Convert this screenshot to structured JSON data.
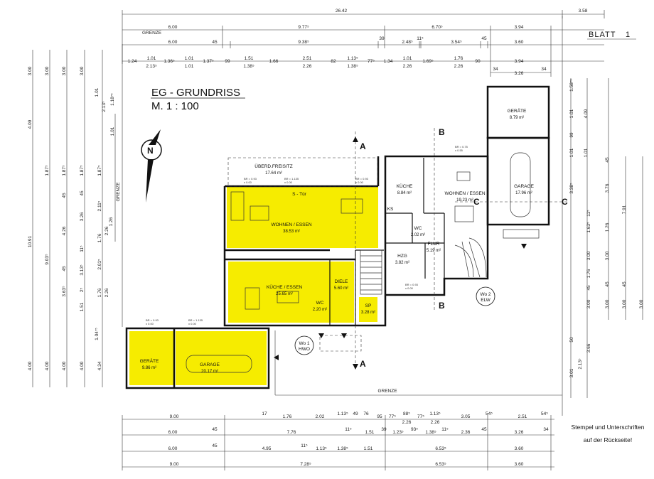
{
  "sheet": {
    "blatt_label": "BLATT",
    "blatt_number": "1",
    "title_line1": "EG - GRUNDRISS",
    "title_line2": "M. 1 : 100",
    "north_label": "N",
    "footer_note_line1": "Stempel und Unterschriften",
    "footer_note_line2": "auf der Rückseite!"
  },
  "boundary_labels": {
    "top": "GRENZE",
    "left": "GRENZE",
    "bottom": "GRENZE"
  },
  "section_marks": {
    "A": "A",
    "B": "B",
    "C": "C"
  },
  "units": {
    "wo1_line1": "Wo 1",
    "wo1_line2": "HWO",
    "wo2_line1": "Wo 2",
    "wo2_line2": "ELW"
  },
  "rooms": [
    {
      "name": "ÜBERD.FREISITZ",
      "area": "17.64 m²"
    },
    {
      "name": "WOHNEN / ESSEN",
      "area": "38.53 m²"
    },
    {
      "name": "KÜCHE / ESSEN",
      "area": "25.65 m²"
    },
    {
      "name": "DIELE",
      "area": "5.60 m²"
    },
    {
      "name": "GERÄTE",
      "area": "9.86 m²"
    },
    {
      "name": "GARAGE",
      "area": "20.17 m²"
    },
    {
      "name": "KÜCHE",
      "area": "8.84 m²"
    },
    {
      "name": "WOHNEN / ESSEN",
      "area": "19.23 m²"
    },
    {
      "name": "WC",
      "area": "2.02 m²"
    },
    {
      "name": "HZG",
      "area": "3.82 m²"
    },
    {
      "name": "FLUR",
      "area": "5.19 m²"
    },
    {
      "name": "GERÄTE",
      "area": "8.79 m²"
    },
    {
      "name": "GARAGE",
      "area": "17.96 m²"
    },
    {
      "name": "WC",
      "area": "2.20 m²"
    },
    {
      "name": "SP",
      "area": "3.28 m²"
    }
  ],
  "room_misc": {
    "s_tur": "S - Tür",
    "ks": "KS"
  },
  "dims_top": {
    "row1": [
      "26.42",
      "3.58"
    ],
    "row2": [
      "6.00",
      "9.77⁵",
      "6.70⁵",
      "3.94"
    ],
    "row3": [
      "6.00",
      "45",
      "9.38⁵",
      "39",
      "2.48⁵",
      "11⁵",
      "3.54⁵",
      "45",
      "3.60"
    ],
    "row4": [
      "1.24",
      "1.01",
      "1.36⁵",
      "1.01",
      "1.37⁵",
      "99",
      "1.51",
      "1.66",
      "2.51",
      "82",
      "1.13⁵",
      "77⁵",
      "1.34",
      "1.01",
      "1.69⁵",
      "1.76",
      "90",
      "3.94"
    ],
    "row4b": [
      "2.13⁵",
      "1.01",
      "1.38⁵",
      "2.26",
      "1.38⁵",
      "2.26",
      "2.26"
    ],
    "row5": [
      "34",
      "3.26",
      "34"
    ]
  },
  "dims_bottom": {
    "row1": [
      "9.00",
      "17",
      "1.76",
      "2.02",
      "1.13⁵",
      "49",
      "76",
      "95",
      "77⁵",
      "88⁵",
      "2.26",
      "77⁵",
      "1.13⁵",
      "2.26",
      "3.05",
      "54⁵",
      "2.51",
      "54⁵"
    ],
    "row2": [
      "6.00",
      "45",
      "7.76",
      "11⁵",
      "1.51",
      "39",
      "1.23⁵",
      "93⁵",
      "1.38⁵",
      "11⁵",
      "2.36",
      "45",
      "3.26",
      "34"
    ],
    "row3": [
      "6.00",
      "45",
      "4.95",
      "11⁵",
      "1.13⁵",
      "1.38⁵",
      "1.51",
      "6.53⁵",
      "3.60"
    ],
    "row4": [
      "9.00",
      "7.28⁵",
      "6.53⁵",
      "3.60"
    ]
  },
  "dims_left": {
    "col1": [
      "3.00",
      "4.09",
      "10.91",
      "4.00"
    ],
    "col2": [
      "3.00",
      "1.87⁵",
      "9.03⁵",
      "4.00"
    ],
    "col3": [
      "3.00",
      "1.87⁵",
      "45",
      "4.26",
      "45",
      "3.63⁵",
      "4.00"
    ],
    "col4": [
      "3.00",
      "1.87⁵",
      "45",
      "3.26",
      "11⁵",
      "3.13⁵",
      "2⁵",
      "1.51",
      "4.00"
    ],
    "col5": [
      "1.01",
      "2.13⁵",
      "1.87⁵",
      "2.11⁵",
      "1.76",
      "2.01⁵",
      "1.76",
      "1.04⁷⁵",
      "4.34"
    ],
    "col6": [
      "1.18⁷⁵",
      "1.01",
      "2.26",
      "2.26",
      "1.26"
    ]
  },
  "dims_right": {
    "col1": [
      "4.09",
      "3.00",
      "3.00",
      "3.66",
      "3.01"
    ],
    "col2": [
      "1.01",
      "99",
      "1.01",
      "1.63⁵",
      "11⁵",
      "1.76",
      "45",
      "2.13⁵"
    ],
    "col3": [
      "1.58⁷⁵",
      "1.01",
      "3.38⁵",
      "1.26",
      "45",
      "50"
    ],
    "col4": [
      "3.00",
      "45",
      "3.00",
      "45",
      "3.00"
    ],
    "col5": [
      "3.76",
      "7.91",
      "3.00"
    ]
  },
  "windows": [
    "BR = 0.93\nx 0.00",
    "BR = 1.135\nx 0.00",
    "BR = 0.93\nx 0.00",
    "BR = 0.93\nx 0.00",
    "BR = 1.135\nx 0.00",
    "BR = 0.93\nx 0.00",
    "BR = 0.75\nx 0.55"
  ]
}
